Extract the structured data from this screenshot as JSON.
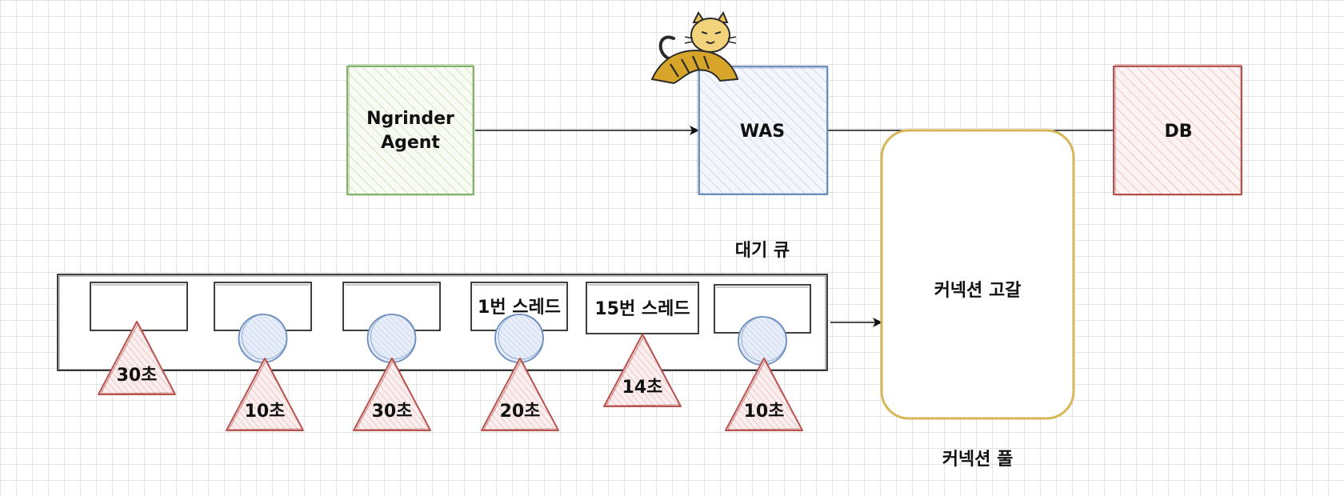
{
  "nodes": {
    "agent": {
      "line1": "Ngrinder",
      "line2": "Agent",
      "color": "#82b366"
    },
    "was": {
      "label": "WAS",
      "color": "#6c8ebf"
    },
    "db": {
      "label": "DB",
      "color": "#b85450"
    },
    "pool": {
      "inner_label": "커넥션 고갈",
      "caption": "커넥션 풀",
      "color": "#d6b656"
    }
  },
  "queue": {
    "label": "대기 큐",
    "slots": [
      {
        "text": "",
        "thread": false,
        "timer": "30초"
      },
      {
        "text": "",
        "thread": true,
        "timer": "10초"
      },
      {
        "text": "",
        "thread": true,
        "timer": "30초"
      },
      {
        "text": "1번 스레드",
        "thread": true,
        "timer": "20초"
      },
      {
        "text": "15번 스레드",
        "thread": false,
        "timer": "14초"
      },
      {
        "text": "",
        "thread": true,
        "timer": "10초"
      }
    ]
  },
  "icons": {
    "was_logo": "tomcat-cat-icon"
  },
  "colors": {
    "thread": "#6c8ebf",
    "timer": "#b85450",
    "line": "#111111"
  }
}
